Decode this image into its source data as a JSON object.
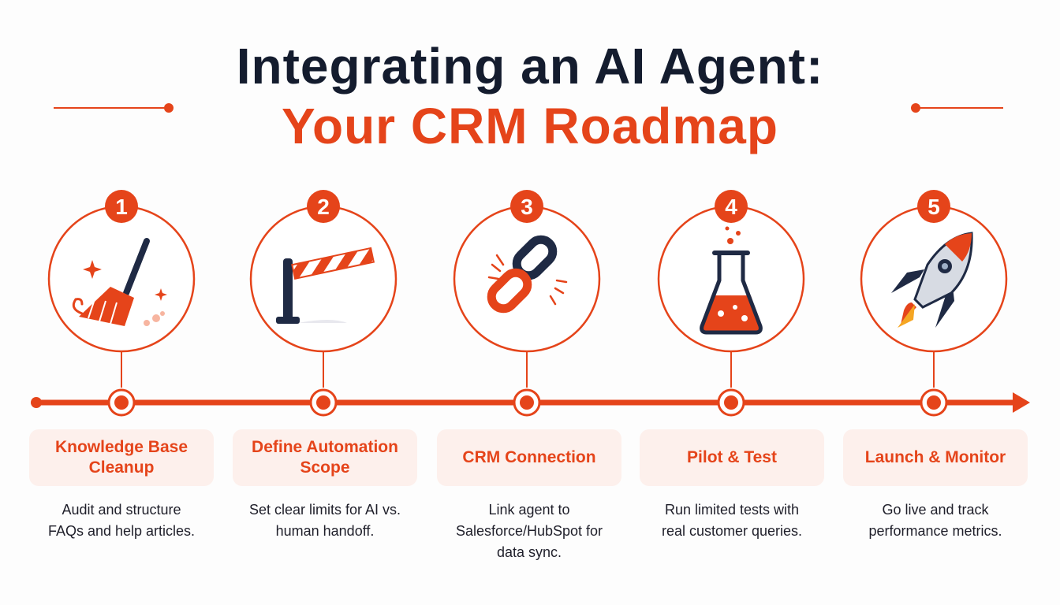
{
  "title": {
    "line1": "Integrating an AI Agent:",
    "line2": "Your CRM Roadmap"
  },
  "colors": {
    "accent": "#e5441a",
    "dark": "#1f2a44",
    "card_bg": "#fdf0ec",
    "text": "#1f1f2a"
  },
  "steps": [
    {
      "number": "1",
      "icon": "broom-icon",
      "title": "Knowledge Base Cleanup",
      "description": "Audit and structure FAQs and help articles."
    },
    {
      "number": "2",
      "icon": "barrier-gate-icon",
      "title": "Define Automation Scope",
      "description": "Set clear limits for AI vs. human handoff."
    },
    {
      "number": "3",
      "icon": "chain-link-icon",
      "title": "CRM Connection",
      "description": "Link agent to Salesforce/HubSpot for data sync."
    },
    {
      "number": "4",
      "icon": "flask-icon",
      "title": "Pilot & Test",
      "description": "Run limited tests with real customer queries."
    },
    {
      "number": "5",
      "icon": "rocket-icon",
      "title": "Launch & Monitor",
      "description": "Go live and track performance metrics."
    }
  ]
}
